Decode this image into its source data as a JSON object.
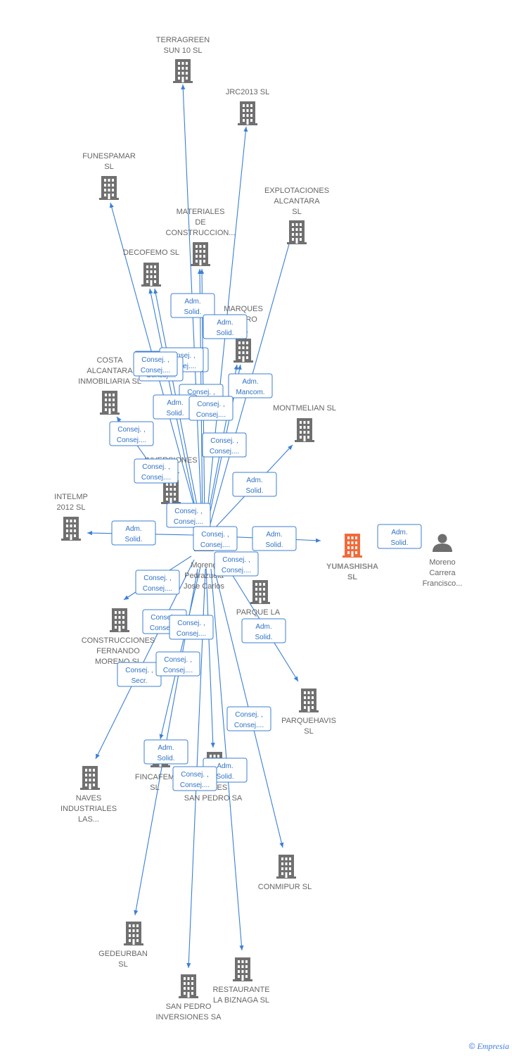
{
  "colors": {
    "edge": "#3a7fd5",
    "company": "#707070",
    "highlight": "#f26a3a",
    "person": "#6e6e6e"
  },
  "footer": {
    "copyright": "©",
    "brand": "Empresia"
  },
  "nodes": [
    {
      "id": "terragreen",
      "type": "company",
      "lines": [
        "TERRAGREEN",
        "SUN 10  SL"
      ]
    },
    {
      "id": "jrc2013",
      "type": "company",
      "lines": [
        "JRC2013  SL"
      ]
    },
    {
      "id": "funespamar",
      "type": "company",
      "lines": [
        "FUNESPAMAR",
        "SL"
      ]
    },
    {
      "id": "explotaciones",
      "type": "company",
      "lines": [
        "EXPLOTACIONES",
        "ALCANTARA",
        "SL"
      ]
    },
    {
      "id": "materiales",
      "type": "company",
      "lines": [
        "MATERIALES",
        "DE",
        "CONSTRUCCION..."
      ]
    },
    {
      "id": "decofemo",
      "type": "company",
      "lines": [
        "DECOFEMO SL"
      ]
    },
    {
      "id": "marques",
      "type": "company",
      "lines": [
        "MARQUES",
        "DUERO",
        "SL"
      ]
    },
    {
      "id": "costa",
      "type": "company",
      "lines": [
        "COSTA",
        "ALCANTARA",
        "INMOBILIARIA SL"
      ]
    },
    {
      "id": "montmelian",
      "type": "company",
      "lines": [
        "MONTMELIAN SL"
      ]
    },
    {
      "id": "inversiones",
      "type": "company",
      "lines": [
        "INVERSIONES",
        "R SL"
      ]
    },
    {
      "id": "intelmp",
      "type": "company",
      "lines": [
        "INTELMP",
        "2012 SL"
      ]
    },
    {
      "id": "moreno_jose",
      "type": "person",
      "lines": [
        "Moreno",
        "Pedrazuela",
        "Jose Carlos"
      ]
    },
    {
      "id": "yumashisha",
      "type": "highlight",
      "lines": [
        "YUMASHISHA",
        "SL"
      ]
    },
    {
      "id": "moreno_francisco",
      "type": "person",
      "lines": [
        "Moreno",
        "Carrera",
        "Francisco..."
      ]
    },
    {
      "id": "parque_la",
      "type": "company",
      "lines": [
        "PARQUE LA",
        "QU..."
      ]
    },
    {
      "id": "construcciones",
      "type": "company",
      "lines": [
        "CONSTRUCCIONES",
        "FERNANDO",
        "MORENO SL"
      ]
    },
    {
      "id": "parquehavis",
      "type": "company",
      "lines": [
        "PARQUEHAVIS",
        "SL"
      ]
    },
    {
      "id": "naves",
      "type": "company",
      "lines": [
        "NAVES",
        "INDUSTRIALES",
        "LAS..."
      ]
    },
    {
      "id": "fincafem",
      "type": "company",
      "lines": [
        "FINCAFEM",
        "SL"
      ]
    },
    {
      "id": "inv_san_pedro_sa",
      "type": "company",
      "lines": [
        "...ONES",
        "SAN PEDRO SA"
      ]
    },
    {
      "id": "conmipur",
      "type": "company",
      "lines": [
        "CONMIPUR SL"
      ]
    },
    {
      "id": "gedeurban",
      "type": "company",
      "lines": [
        "GEDEURBAN",
        "SL"
      ]
    },
    {
      "id": "restaurante",
      "type": "company",
      "lines": [
        "RESTAURANTE",
        "LA BIZNAGA SL"
      ]
    },
    {
      "id": "san_pedro",
      "type": "company",
      "lines": [
        "SAN PEDRO",
        "INVERSIONES SA"
      ]
    }
  ],
  "edges": [
    {
      "from": "moreno_jose",
      "to": "terragreen",
      "label": []
    },
    {
      "from": "moreno_jose",
      "to": "jrc2013",
      "label": []
    },
    {
      "from": "moreno_jose",
      "to": "funespamar",
      "label": []
    },
    {
      "from": "moreno_jose",
      "to": "explotaciones",
      "label": []
    },
    {
      "from": "moreno_jose",
      "to": "materiales",
      "label": [
        "Adm.",
        "Solid."
      ]
    },
    {
      "from": "moreno_jose",
      "to": "materiales",
      "label": [
        "Adm.",
        "Solid."
      ]
    },
    {
      "from": "moreno_jose",
      "to": "decofemo",
      "label": [
        "Adm.",
        "Solid."
      ]
    },
    {
      "from": "moreno_jose",
      "to": "decofemo",
      "label": [
        "Consej. ,",
        "Consej...."
      ]
    },
    {
      "from": "moreno_jose",
      "to": "marques",
      "label": [
        "Adm.",
        "Mancom."
      ]
    },
    {
      "from": "moreno_jose",
      "to": "marques",
      "label": [
        "Consej. ,",
        "Consej...."
      ]
    },
    {
      "from": "moreno_jose",
      "to": "costa",
      "label": [
        "Consej. ,",
        "Consej...."
      ]
    },
    {
      "from": "moreno_jose",
      "to": "montmelian",
      "label": [
        "Adm.",
        "Solid."
      ]
    },
    {
      "from": "moreno_jose",
      "to": "inversiones",
      "label": [
        "Consej. ,",
        "Consej...."
      ]
    },
    {
      "from": "moreno_jose",
      "to": "intelmp",
      "label": [
        "Adm.",
        "Solid."
      ]
    },
    {
      "from": "moreno_jose",
      "to": "yumashisha",
      "label": [
        "Adm.",
        "Solid."
      ]
    },
    {
      "from": "moreno_francisco",
      "to": "yumashisha",
      "label": [
        "Adm.",
        "Solid."
      ]
    },
    {
      "from": "moreno_jose",
      "to": "parquehavis",
      "label": [
        "Adm.",
        "Solid."
      ]
    },
    {
      "from": "moreno_jose",
      "to": "construcciones",
      "label": [
        "Consej. ,",
        "Consej...."
      ]
    },
    {
      "from": "moreno_jose",
      "to": "naves",
      "label": [
        "Consej. ,",
        "Secr."
      ]
    },
    {
      "from": "moreno_jose",
      "to": "fincafem",
      "label": [
        "Adm.",
        "Solid."
      ]
    },
    {
      "from": "moreno_jose",
      "to": "inv_san_pedro_sa",
      "label": [
        "Adm.",
        "Solid."
      ]
    },
    {
      "from": "moreno_jose",
      "to": "conmipur",
      "label": [
        "Consej. ,",
        "Consej...."
      ]
    },
    {
      "from": "moreno_jose",
      "to": "gedeurban",
      "label": []
    },
    {
      "from": "moreno_jose",
      "to": "restaurante",
      "label": []
    },
    {
      "from": "moreno_jose",
      "to": "san_pedro",
      "label": [
        "Consej. ,",
        "Consej...."
      ]
    }
  ],
  "floating_labels": [
    [
      "Consej. ,",
      "Consej...."
    ],
    [
      "Consej. ,",
      "Consej...."
    ],
    [
      "Consej. ,",
      "Consej...."
    ],
    [
      "Adm.",
      "Solid."
    ],
    [
      "Consej. ,",
      "Consej...."
    ],
    [
      "Consej. ,",
      "Consej...."
    ],
    [
      "Consej. ,",
      "Consej...."
    ],
    [
      "Consej. ,",
      "Consej...."
    ],
    [
      "Consej. ,",
      "Consej...."
    ],
    [
      "Consej. ,",
      "Consej...."
    ],
    [
      "Consej. ,",
      "Consej...."
    ],
    [
      "Consej. ,",
      "Consej...."
    ],
    [
      "Consej. ,",
      "Consej...."
    ]
  ]
}
